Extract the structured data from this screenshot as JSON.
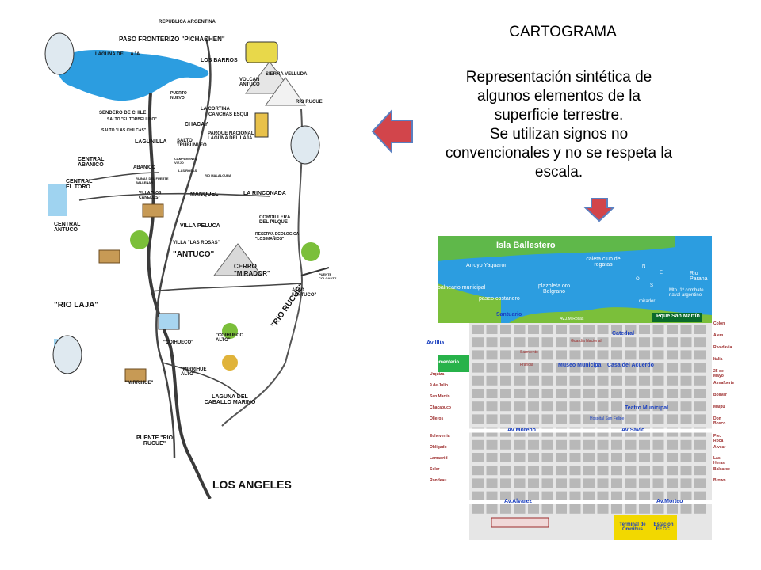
{
  "title": "CARTOGRAMA",
  "description": [
    "Representación sintética de",
    "algunos elementos de la",
    "superficie terrestre.",
    "Se utilizan signos no",
    "convencionales y no se respeta la",
    "escala."
  ],
  "colors": {
    "arrow": "#d2454b",
    "arrow_edge": "#5a7fc0",
    "water": "#2c9de0",
    "road": "#444444",
    "grass": "#7bbf3a"
  },
  "left_map": {
    "labels": {
      "republica": "REPUBLICA ARGENTINA",
      "paso": "PASO FRONTERIZO \"PICHACHEN\"",
      "laguna_laja": "LAGUNA DEL LAJA",
      "los_barros": "LOS BARROS",
      "sierra": "SIERRA VELLUDA",
      "volcan": "VOLCAN ANTUCO",
      "puerto": "PUERTO NUEVO",
      "rio_rucue_top": "RIO RUCUE",
      "sendero": "SENDERO DE CHILE",
      "torbellino": "SALTO \"EL TORBELLINO\"",
      "chilcas": "SALTO \"LAS CHILCAS\"",
      "cortina": "LA CORTINA",
      "canchas": "CANCHAS ESQUI",
      "chacay": "CHACAY",
      "lagunilla": "LAGUNILLA",
      "salto_trubunleo": "SALTO TRUBUNLEO",
      "parque": "PARQUE NACIONAL LAGUNA DEL LAJA",
      "central_abanico": "CENTRAL ABANICO",
      "abanico": "ABANICO",
      "campamento": "CAMPAMENTO VIEJO",
      "rosas_small": "LAS ROSAS",
      "rio_malalcura": "RIO MALALCURA",
      "ruinas": "RUINAS DEL FUERTE BALLENAR",
      "central_toro": "CENTRAL EL TORO",
      "villa_canelos": "VILLA \"LOS CANELOS\"",
      "manquel": "MANQUEL",
      "rinconada": "LA RINCONADA",
      "central_antuco": "CENTRAL ANTUCO",
      "villa_peluca": "VILLA PELUCA",
      "cordillera": "CORDILLERA DEL PILQUE",
      "reserva": "RESERVA ECOLOGICA \"LOS MAÑIOS\"",
      "villa_rosas": "VILLA \"LAS ROSAS\"",
      "antuco": "\"ANTUCO\"",
      "cerro": "CERRO \"MIRADOR\"",
      "puente_colgante": "PUENTE COLGANTE",
      "alto_antuco": "ALTO \"ANTUCO\"",
      "rio_laja": "\"RIO LAJA\"",
      "rio_rucue_mid": "\"RIO RUCUE\"",
      "coihueco": "\"COIHUECO\"",
      "coihueco_alto": "\"COIHUECO ALTO\"",
      "mirrihue": "\"MIRRIHUE\"",
      "mirrihue_alto": "\"MIRRIHUE ALTO\"",
      "laguna_caballo": "LAGUNA DEL CABALLO MARINO",
      "puente_rucue": "PUENTE \"RIO RUCUE\"",
      "los_angeles": "LOS ANGELES"
    }
  },
  "right_map": {
    "labels": {
      "isla": "Isla Ballestero",
      "arroyo": "Arroyo Yaguaron",
      "caleta": "caleta club de regatas",
      "rio_parana": "Rio Parana",
      "balneario": "balneario municipal",
      "paseo": "paseo costanero",
      "plazoleta": "plazoleta oro Belgrano",
      "mirador": "mirador",
      "combate": "Mto. 1º combate naval argentino",
      "santuario": "Santuario",
      "av_rosas": "Av.J.M.Rosas",
      "pque": "Pque San Martín",
      "av_illia": "Av Illia",
      "cementerio": "Cementerio",
      "guardia": "Guardia Nacional",
      "catedral": "Catedral",
      "sarmiento": "Sarmiento",
      "francia": "Francia",
      "museo": "Museo Municipal",
      "casa": "Casa del Acuerdo",
      "teatro": "Teatro Municipal",
      "hospital": "Hospital San Felipe",
      "av_moreno": "Av Moreno",
      "av_savio": "Av Savio",
      "av_alvarez": "Av.Alvarez",
      "av_morteo": "Av.Morteo",
      "terminal": "Terminal de Omnibus",
      "estacion": "Estacion FF.CC.",
      "compass": [
        "N",
        "E",
        "O",
        "S"
      ],
      "left_streets": [
        "Urquiza",
        "9 de Julio",
        "San Martín",
        "Chacabuco",
        "Olleros",
        "Echeverria",
        "Obligado",
        "Lamadrid",
        "Soler",
        "Rondeau"
      ],
      "right_streets": [
        "Colon",
        "Alem",
        "Rivadavia",
        "Italia",
        "25 de Mayo",
        "Almafuerte",
        "Bolivar",
        "Maipu",
        "Don Bosco",
        "Pte. Roca",
        "Alvear",
        "Las Heras",
        "Balcarce",
        "Brown"
      ]
    }
  }
}
